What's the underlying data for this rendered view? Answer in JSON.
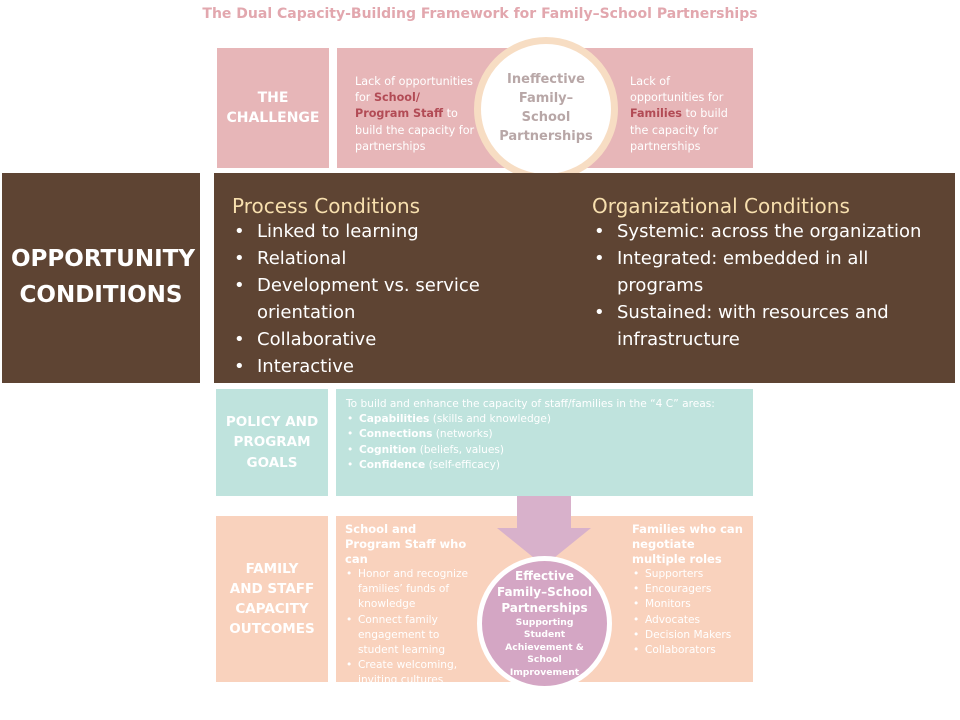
{
  "title": "The Dual Capacity-Building Framework for Family–School Partnerships",
  "challenge": {
    "label": "THE CHALLENGE",
    "left": {
      "pre": "Lack of opportunities for ",
      "bold": "School/ Program Staff",
      "post": " to build the capacity for partnerships"
    },
    "center": "Ineffective Family–School Partnerships",
    "right": {
      "pre": "Lack of opportunities for ",
      "bold": "Families",
      "post": " to build the capacity for partnerships"
    }
  },
  "opportunity": {
    "label": "OPPORTUNITY CONDITIONS",
    "process": {
      "heading": "Process Conditions",
      "items": [
        "Linked to learning",
        "Relational",
        "Development vs. service orientation",
        "Collaborative",
        "Interactive"
      ]
    },
    "organizational": {
      "heading": "Organizational Conditions",
      "items": [
        "Systemic: across the organization",
        "Integrated: embedded in all programs",
        "Sustained: with resources and infrastructure"
      ]
    }
  },
  "policy": {
    "label": "POLICY AND PROGRAM GOALS",
    "intro": "To build and enhance the capacity of staff/families in the “4 C” areas:",
    "items": [
      {
        "term": "Capabilities",
        "desc": " (skills and knowledge)"
      },
      {
        "term": "Connections",
        "desc": " (networks)"
      },
      {
        "term": "Cognition",
        "desc": " (beliefs, values)"
      },
      {
        "term": "Confidence",
        "desc": " (self-efficacy)"
      }
    ]
  },
  "outcomes": {
    "label": "FAMILY AND STAFF CAPACITY OUTCOMES",
    "staff": {
      "heading": "School and Program Staff who can",
      "items": [
        "Honor and recognize families’ funds of knowledge",
        "Connect family engagement to student learning",
        "Create welcoming, inviting cultures"
      ]
    },
    "families": {
      "heading": "Families who can negotiate multiple roles",
      "items": [
        "Supporters",
        "Encouragers",
        "Monitors",
        "Advocates",
        "Decision Makers",
        "Collaborators"
      ]
    },
    "center_main": "Effective Family–School Partnerships",
    "center_sub": "Supporting Student Achievement & School Improvement"
  }
}
